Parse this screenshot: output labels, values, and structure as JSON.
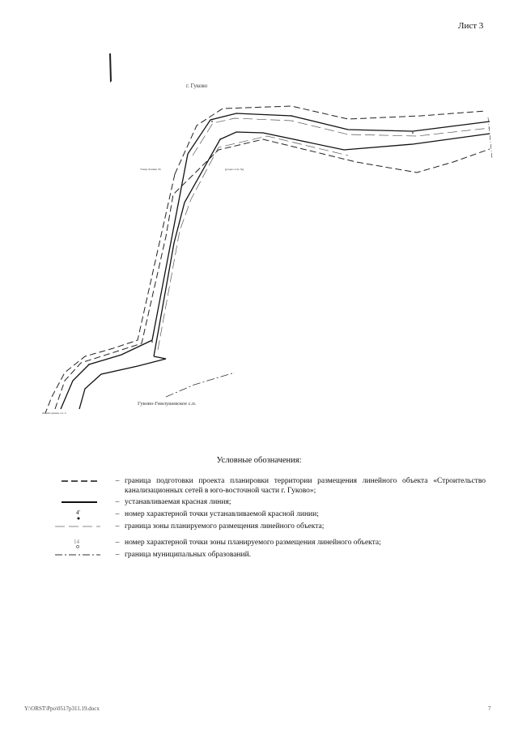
{
  "sheet_label": "Лист 3",
  "map": {
    "city_label": "г. Гуково",
    "settlement_label": "Гуково-Гнилушевское с.п.",
    "street_left": "Улица Ленина 56",
    "street_right": "[разрез отм. 3в]",
    "corner_label": "Линия границ с.п. 4"
  },
  "legend": {
    "title": "Условные обозначения:",
    "items": [
      {
        "text": "граница подготовки проекта планировки территории размещения линейного объекта «Строительство канализационных сетей в юго-восточной части г. Гуково»;"
      },
      {
        "text": "устанавливаемая красная линия;"
      },
      {
        "text": "номер характерной точки устанавливаемой красной линии;",
        "symbol_label": "4'"
      },
      {
        "text": "граница зоны планируемого размещения линейного объекта;"
      },
      {
        "text": "номер характерной точки зоны планируемого размещения линейного объекта;",
        "symbol_label": "14"
      },
      {
        "text": "граница муниципальных образований."
      }
    ]
  },
  "footer": {
    "file": "Y:\\ORST\\Ppo\\0517p311.19.docx",
    "page": "7"
  }
}
